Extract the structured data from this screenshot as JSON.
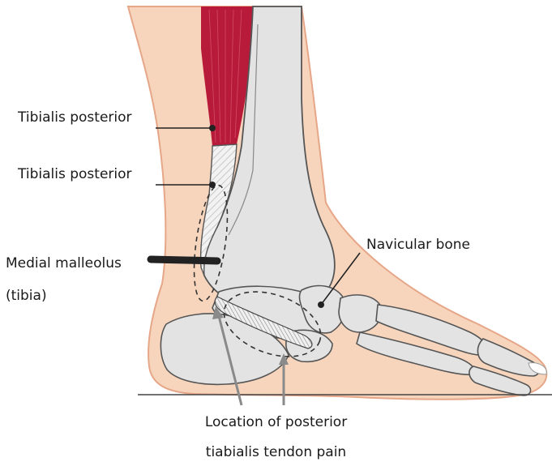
{
  "labels": {
    "tibialis_posterior_muscle": "Tibialis posterior",
    "tibialis_posterior_tendon": "Tibialis posterior",
    "medial_malleolus_line1": "Medial malleolus",
    "medial_malleolus_line2": "(tibia)",
    "navicular_bone": "Navicular bone",
    "location_line1": "Location of posterior",
    "location_line2": "tiabialis tendon pain"
  },
  "colors": {
    "skin": "#f7d5bd",
    "skin_outline": "#e6a688",
    "bone": "#e3e3e4",
    "bone_outline": "#555555",
    "muscle": "#b81b3a",
    "tendon": "#f1f1f1",
    "leader": "#222222",
    "pain_arrow": "#8a8a8a"
  }
}
